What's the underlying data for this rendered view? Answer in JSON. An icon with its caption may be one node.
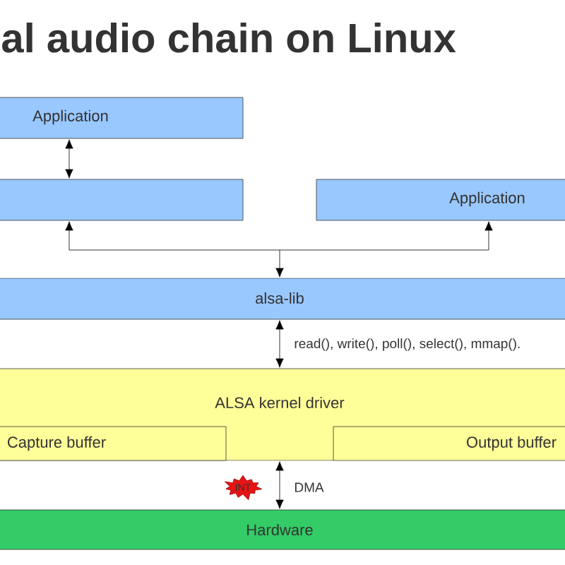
{
  "diagram": {
    "title": "al audio chain on Linux",
    "nodes": [
      {
        "text": [
          "Application"
        ]
      },
      {
        "text": [],
        "shape": "box"
      },
      {
        "text": [
          "Application"
        ]
      },
      {
        "text": [
          "alsa-lib"
        ]
      },
      {
        "text": [
          "ALSA kernel driver"
        ]
      },
      {
        "text": [
          "Capture buffer"
        ],
        "in": 4
      },
      {
        "text": [
          "Output buffer"
        ],
        "in": 4
      },
      {
        "text": [
          "INT"
        ]
      },
      {
        "text": [
          "Hardware"
        ]
      }
    ],
    "edges": [
      {
        "from": 0,
        "to": 1,
        "arrow": "both"
      },
      {
        "from": 3,
        "to": 1,
        "arrow": "both"
      },
      {
        "from": 3,
        "to": 2,
        "arrow": "both"
      },
      {
        "from": 3,
        "to": 4,
        "arrow": "both",
        "label": "read(), write(), poll(), select(), mmap()."
      },
      {
        "from": 4,
        "to": 8,
        "arrow": "both",
        "label": "DMA"
      }
    ]
  }
}
